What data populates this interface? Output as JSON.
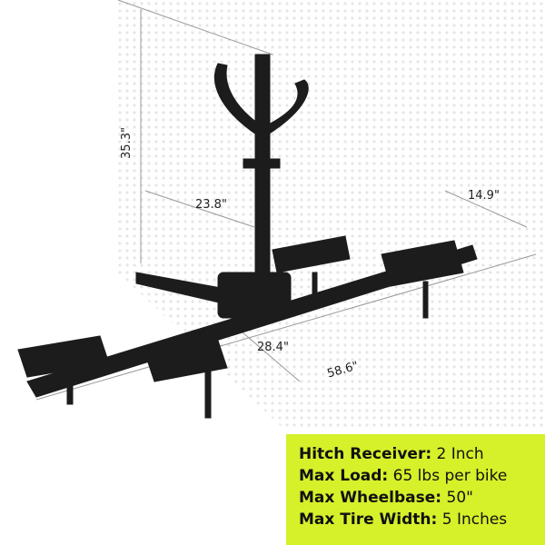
{
  "dimensions": {
    "height": "35.3\"",
    "depth": "23.8\"",
    "tray_width": "14.9\"",
    "ground": "28.4\"",
    "width": "58.6\""
  },
  "specs": [
    {
      "label": "Hitch Receiver:",
      "value": "2 Inch"
    },
    {
      "label": "Max Load:",
      "value": "65 lbs per bike"
    },
    {
      "label": "Max Wheelbase:",
      "value": "50\""
    },
    {
      "label": "Max Tire Width:",
      "value": "5 Inches"
    }
  ],
  "colors": {
    "accent": "#d6f02a",
    "product": "#1c1c1c"
  }
}
